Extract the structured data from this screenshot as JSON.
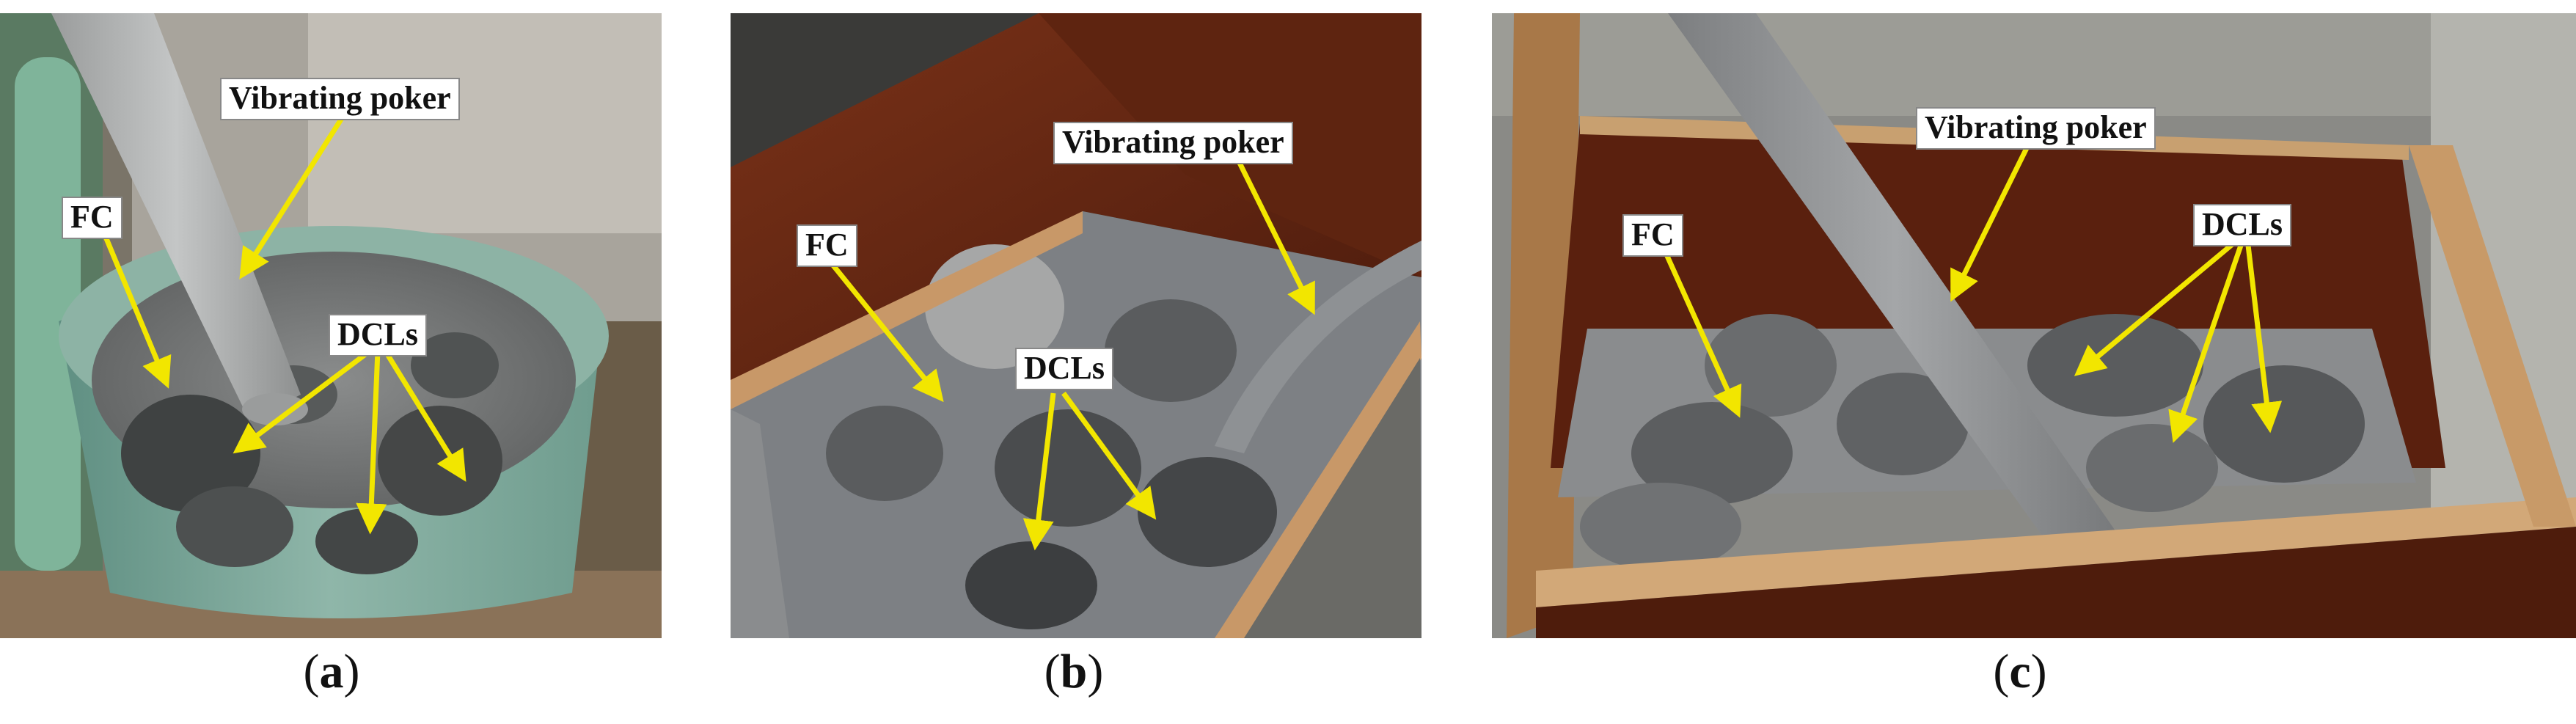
{
  "panels": [
    {
      "caption_open": "(",
      "caption_letter": "a",
      "caption_close": ")",
      "labels": {
        "vibrating_poker": "Vibrating poker",
        "fc": "FC",
        "dcls": "DCLs"
      }
    },
    {
      "caption_open": "(",
      "caption_letter": "b",
      "caption_close": ")",
      "labels": {
        "vibrating_poker": "Vibrating poker",
        "fc": "FC",
        "dcls": "DCLs"
      }
    },
    {
      "caption_open": "(",
      "caption_letter": "c",
      "caption_close": ")",
      "labels": {
        "vibrating_poker": "Vibrating poker",
        "fc": "FC",
        "dcls": "DCLs"
      }
    }
  ],
  "colors": {
    "arrow": "#f2e600",
    "concrete": "#7c7e80",
    "plywood": "#6a2a14",
    "bucket": "#7aa79a"
  }
}
